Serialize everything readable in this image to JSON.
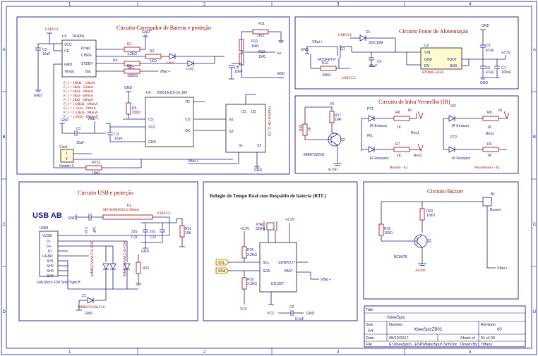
{
  "zones": {
    "columns": [
      "1",
      "2",
      "3",
      "4"
    ],
    "rows": [
      "A",
      "B",
      "C",
      "D"
    ]
  },
  "blocks": {
    "charger": {
      "title": "Circuito Carregador de Bateria e proteção",
      "usbvcc": "USBVCC",
      "u3": "U3",
      "u3_part": "TP4056",
      "u3_pins": [
        "VCC",
        "CE",
        "GND",
        "Templ."
      ],
      "u3_pins_right": [
        "Prog2",
        "CHRG",
        "STDBY",
        "Bat"
      ],
      "r1": "R1",
      "r1_val": "1.2KΩ",
      "r2": "R2",
      "r2_val": "1KΩ",
      "r3": "R3",
      "r3_val": "1KΩ",
      "r4": "R4",
      "r4_val": "100KΩ",
      "led1": "Led1",
      "led2": "Led2",
      "c2": "C2",
      "c2_val": "10uF",
      "gnd": "GND",
      "vbat": "VBat +",
      "prog_table": [
        "P_1 = 10KΩ - 130mA",
        "P_1 = 5KΩ - 250mA",
        "P_1 = 4KΩ - 300mA",
        "P_1 = 3KΩ - 400mA",
        "P_1 = 2KΩ - 580mA",
        "P_1 = 1.66KΩ - 690mA",
        "P_1 = 1.5KΩ - 780mA",
        "P_1 = 1.33KΩ - 900mA",
        "P_1 = 1.2KΩ - 1000mA"
      ],
      "r11": "R11",
      "r11_val": "1KΩ",
      "r12": "R12",
      "r12_val": "1MΩ",
      "r13": "R13",
      "r13_val": "1MΩ",
      "c8": "C8",
      "c8_val": "10nF",
      "a0": "A0",
      "u4": "U4",
      "u4_part": "DW01A-DS-10_EN",
      "u4_pins_left": [
        "CS",
        "VCC",
        "GND"
      ],
      "u4_pins_right": [
        "TD",
        "CO",
        "OC"
      ],
      "r5": "R5",
      "r5_val": "330Ω",
      "c1": "C1",
      "c1_val": "10uF",
      "c3": "C3",
      "c3_val": "10uF",
      "conn": "Con1",
      "conn_label": "Header 2",
      "ntc": "NTC1",
      "ntc_val": "10kΩ",
      "mosfet": "FS8205A-DS-12_EN",
      "mosfet_pins": [
        "G1",
        "G2"
      ],
      "d_pins": [
        "D1",
        "D2"
      ],
      "s_pins": [
        "S1",
        "S2"
      ]
    },
    "power": {
      "title": "Circuito Fonte de Alimentação",
      "vbat": "VBat +",
      "usbvcc": "USBVCC",
      "d1": "D1",
      "d1_part": "SGC10M",
      "q1": "Q1",
      "q1_part": "MOSFET-P",
      "r10": "R10",
      "r10_val": "24KΩ",
      "c4": "C4",
      "c4_val": "10uF",
      "u2": "U2",
      "u2_part": "RT9080-33GJ5",
      "u2_pins_left": [
        "VIN",
        "GND",
        "EN"
      ],
      "u2_pins_right": [
        "VOUT",
        "SNS"
      ],
      "c5": "C5",
      "c5_val": "47uF",
      "c6": "C6",
      "c6_val": "47uF",
      "c7": "C7",
      "c7_val": "100nF",
      "v33": "+3.3V",
      "gnd": "GND"
    },
    "ir": {
      "title": "Circuito de Infra Vermelho (IR)",
      "ir": "IR",
      "r17": "R17",
      "r17_val": "10R",
      "r18": "R18",
      "r18_val": "1K",
      "q2": "Q2",
      "q2_part": "MMBT2222A",
      "agnd": "AGND",
      "pt1": "PT1",
      "pt1_label": "IR Emissor",
      "ir1": "IR1",
      "ir1_label": "IR Receptor",
      "r6": "R6",
      "r6_val": "1K",
      "r7": "R7",
      "r7_val": "1K",
      "res1": "Res1",
      "res2": "Res2",
      "res3": "Res3",
      "horario_a1": "Horario - A1",
      "ir2": "IR2",
      "ir2_label": "IR Emissor",
      "pt2": "PT2",
      "pt2_label": "IR Receptor",
      "r8": "R8",
      "r8_val": "1K",
      "r9": "R9",
      "r9_val": "1K",
      "antihorario_a2": "Anti Horario - A2"
    },
    "usb": {
      "title": "Circuito USB e proteção",
      "heading": "USB AB",
      "usb1": "USB1",
      "pins": [
        "VUSB",
        "D-",
        "D+",
        "ID",
        "UGND",
        "SH1",
        "SH2",
        "SH3",
        "SH4"
      ],
      "usb_label": "Usb Micro F.90 Smd Type B",
      "f1": "F1",
      "f1_part": "MF-MSMF050-2 500mA",
      "c10": "C10",
      "c10_val": "1uF",
      "c11": "C11",
      "c11_val": "22u",
      "c12": "C12",
      "c12_val": "22u",
      "r21": "R21",
      "r21_val": "10K",
      "r22": "R22",
      "usbvcc": "USBVCC",
      "z1": "Z1",
      "z1_part": "MMBZ5V6ALT1G",
      "gnd": "GND",
      "tvs_parts": [
        "MMBZ5V6ALT1G-CSE",
        "MMBZ5V6ALT1G-CSE"
      ]
    },
    "rtc": {
      "title": "Relogio de Tempo Real com Respaldo de bateria (RTC)",
      "v33": "+3.3V",
      "xtal": "XTAL",
      "xtal_val": "32kHz",
      "r15": "R15",
      "r15_val": "2.2KΩ",
      "r16": "R16",
      "r16_val": "2.2KΩ",
      "scl": "SCL",
      "sda": "SDA",
      "pins_left": [
        "SCL",
        "SDA"
      ],
      "pins_right": [
        "SQW/OUT",
        "VBAT"
      ],
      "chip": "DS1307",
      "vbat": "VBat +",
      "vcc": "VCC",
      "c9": "C9",
      "c9_val": "0.1uF",
      "gnd": "GND"
    },
    "buzzer": {
      "title": "Circuito Buzzer",
      "b1": "B1",
      "b1_label": "Buzzer",
      "r20": "R20",
      "r20_val": "100Ω",
      "r19": "R19",
      "r19_val": "100Ω",
      "q3": "Q3",
      "q3_part": "BC847B",
      "agnd": "AGND",
      "vbat": "VBat +"
    }
  },
  "title_block": {
    "title_label": "Title",
    "title_value": "XbeeSpiz",
    "size_label": "Size",
    "size_value": "A4",
    "number_label": "Number",
    "number_value": "XbeeSpizZB02",
    "revision_label": "Revision",
    "revision_value": "00",
    "date_label": "Date",
    "date_value": "08/12/2017",
    "sheet_label": "Sheet of",
    "sheet_value": "01 of 03",
    "file_label": "File",
    "file_value": "E:\\XbeeSpiz\\...ESP\\WaterSpiz\\ SchDoc",
    "drawn_label": "Drawn By:",
    "drawn_value": "Tiffany"
  }
}
